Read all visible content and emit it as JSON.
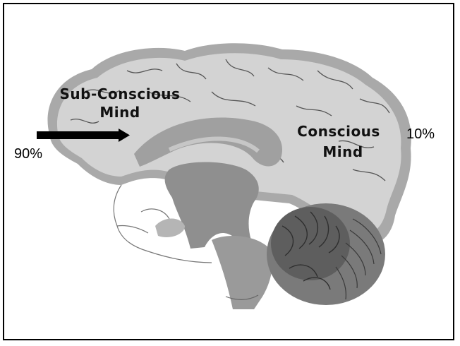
{
  "labels": {
    "subconscious_line1": "Sub-Conscious",
    "subconscious_line2": "Mind",
    "conscious_line1": "Conscious",
    "conscious_line2": "Mind",
    "subconscious_percent": "90%",
    "conscious_percent": "10%"
  },
  "colors": {
    "frame": "#000000",
    "cortex_outer": "#a9a9a9",
    "cortex_fill": "#d3d3d3",
    "inner_structures": "#8f8f8f",
    "cerebellum": "#6a6a6a",
    "arrow": "#000000"
  }
}
